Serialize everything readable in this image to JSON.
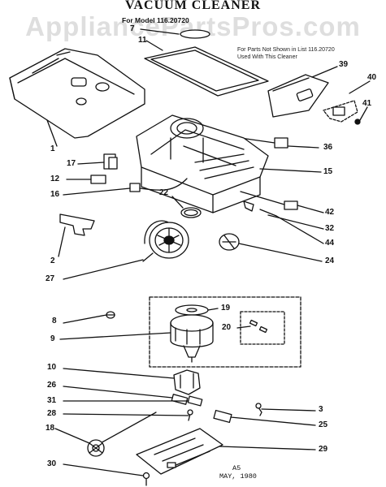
{
  "header": {
    "title": "Vacuum Cleaner",
    "model_line": "For Model 116.20720",
    "note_line_1": "For Parts Not Shown in List 116.20720",
    "note_line_2": "Used With This Cleaner"
  },
  "watermark": "AppliancePartsPros.com",
  "callouts": [
    "7",
    "11",
    "1",
    "39",
    "40",
    "41",
    "36",
    "17",
    "15",
    "12",
    "16",
    "22",
    "42",
    "32",
    "44",
    "2",
    "24",
    "27",
    "8",
    "19",
    "20",
    "9",
    "10",
    "26",
    "31",
    "3",
    "28",
    "25",
    "18",
    "29",
    "30"
  ],
  "footer": {
    "sheet": "A5",
    "date": "MAY, 1980"
  }
}
